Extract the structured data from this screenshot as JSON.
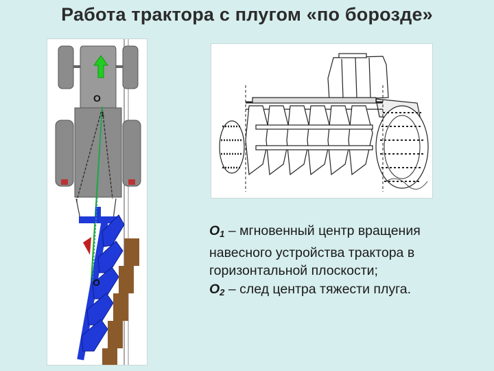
{
  "title": "Работа трактора с плугом «по борозде»",
  "diagram": {
    "label_o1_main": "О",
    "label_o1_sub": "1",
    "label_o2_main": "О"
  },
  "legend": {
    "o1_symbol": "О",
    "o1_sub": "1",
    "o1_text": " – мгновенный центр вращения навесного устройства трактора в горизонтальной плоскости;",
    "o2_symbol": "О",
    "o2_sub": "2",
    "o2_text": " – след центра тяжести плуга."
  },
  "colors": {
    "background": "#d7eeee",
    "tractor": "#8c8c8c",
    "arrow": "#22cc22",
    "plow": "#1f3ad8",
    "furrow": "#8b5a2b"
  }
}
